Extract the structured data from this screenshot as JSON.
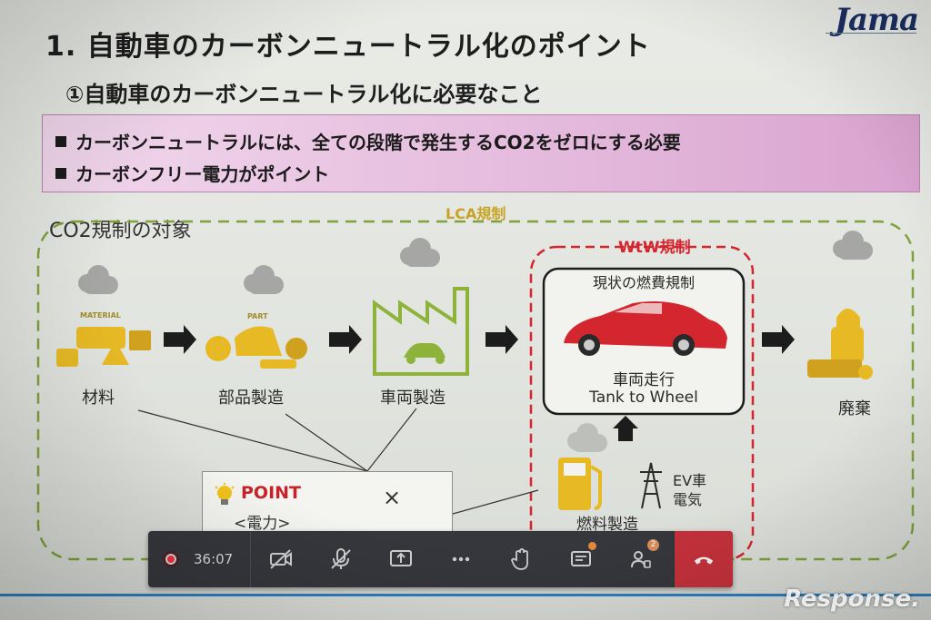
{
  "slide": {
    "logo": "Jama",
    "title": "1. 自動車のカーボンニュートラル化のポイント",
    "subtitle": "①自動車のカーボンニュートラル化に必要なこと",
    "bullets": [
      "カーボンニュートラルには、全ての段階で発生するCO2をゼロにする必要",
      "カーボンフリー電力がポイント"
    ],
    "co2_title": "CO2規制の対象",
    "lca_label": "LCA規制",
    "wtw_label": "WtW規制",
    "stages": {
      "material_caption": "MATERIAL",
      "material": "材料",
      "part_caption": "PART",
      "parts": "部品製造",
      "vehicle_manufacturing": "車両製造",
      "disposal": "廃棄"
    },
    "ttw_box": {
      "top": "現状の燃費規制",
      "middle": "車両走行",
      "bottom": "Tank to Wheel"
    },
    "fuel_manufacturing": "燃料製造",
    "ev": [
      "EV車",
      "電気"
    ],
    "point": {
      "title": "POINT",
      "subtitle": "<電力>",
      "close": "×"
    },
    "co2_icon": "CO2"
  },
  "toolbar": {
    "timer": "36:07",
    "buttons": [
      "recording-indicator",
      "camera-off-icon",
      "mic-off-icon",
      "share-screen-icon",
      "more-icon",
      "raise-hand-icon",
      "chat-icon",
      "participants-icon",
      "hang-up-icon"
    ],
    "participants_badge": "2",
    "colors": {
      "bar": "#35373c",
      "end_call": "#c4313b",
      "record": "#ee3340"
    }
  },
  "watermark": "Response."
}
